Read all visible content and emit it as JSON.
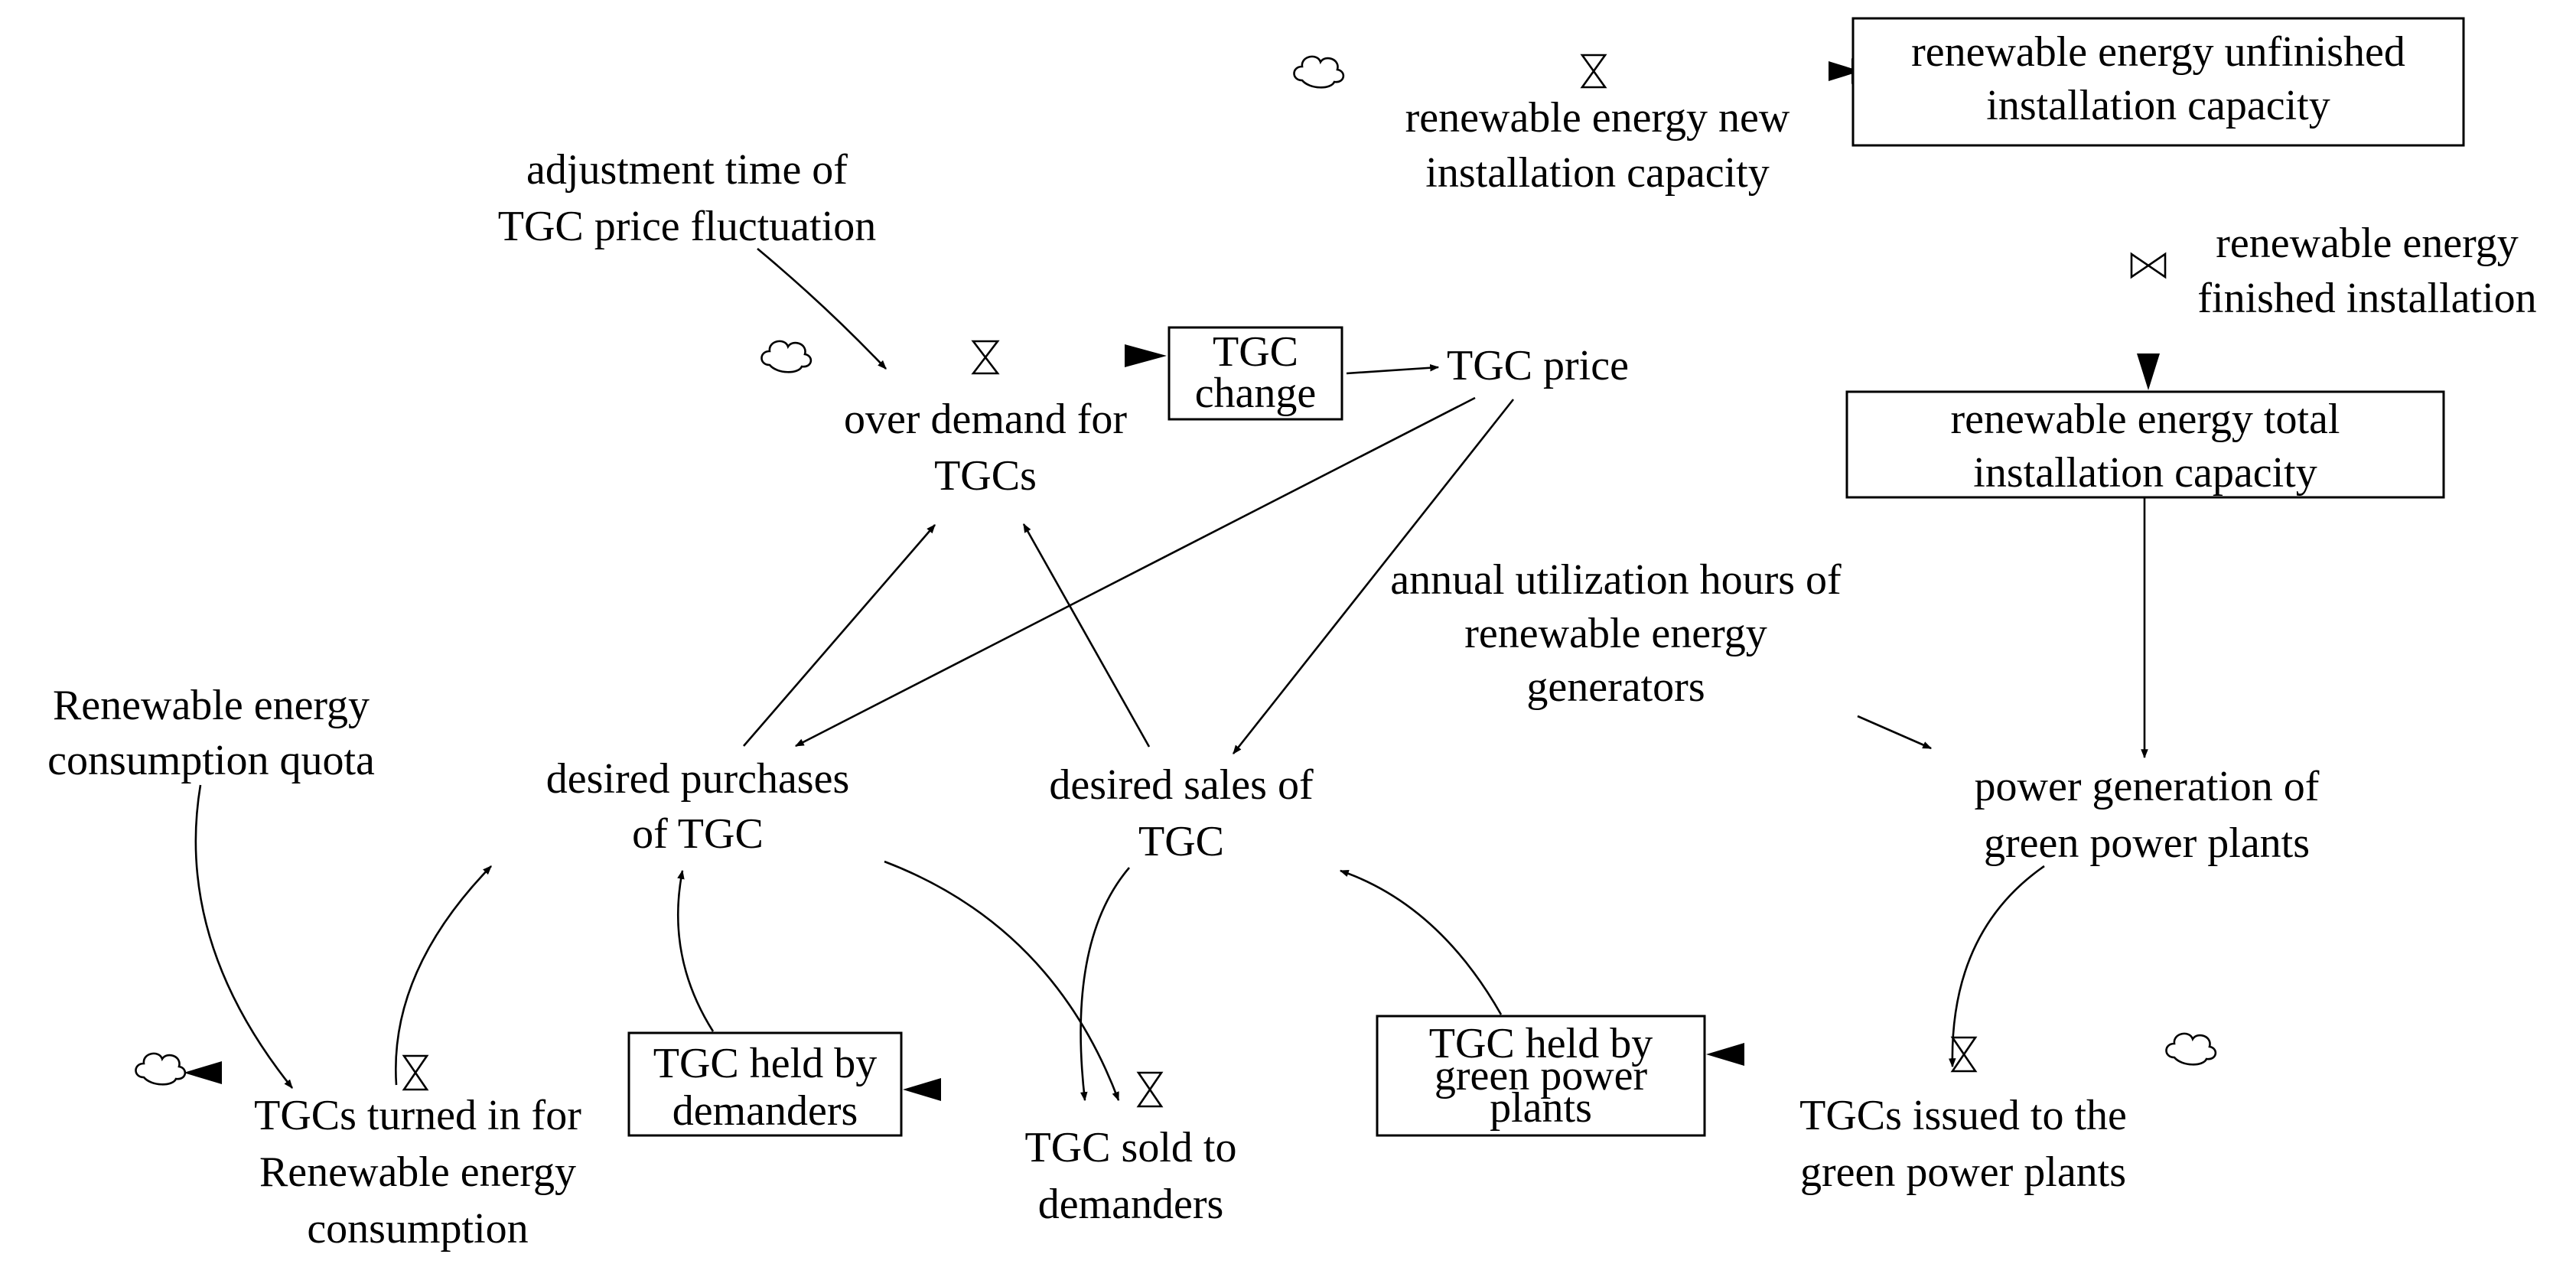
{
  "stocks": {
    "unfinished": [
      "renewable energy unfinished",
      "installation capacity"
    ],
    "total": [
      "renewable energy total",
      "installation capacity"
    ],
    "tgc_change": [
      "TGC",
      "change"
    ],
    "held_by_plants": [
      "TGC held by",
      "green power",
      "plants"
    ],
    "held_by_demanders": [
      "TGC held by",
      "demanders"
    ]
  },
  "flows": {
    "new_installation": [
      "renewable energy new",
      "installation capacity"
    ],
    "finished_installation": [
      "renewable energy",
      "finished installation"
    ],
    "over_demand": [
      "over demand for",
      "TGCs"
    ],
    "issued": [
      "TGCs issued to the",
      "green power plants"
    ],
    "sold": [
      "TGC sold to",
      "demanders"
    ],
    "turned_in": [
      "TGCs turned in for",
      "Renewable energy",
      "consumption"
    ]
  },
  "variables": {
    "adjustment_time": [
      "adjustment time of",
      "TGC price fluctuation"
    ],
    "tgc_price": [
      "TGC price"
    ],
    "annual_hours": [
      "annual utilization hours of",
      "renewable energy",
      "generators"
    ],
    "power_generation": [
      "power generation of",
      "green power plants"
    ],
    "desired_purchases": [
      "desired purchases",
      "of TGC"
    ],
    "desired_sales": [
      "desired sales of",
      "TGC"
    ],
    "quota": [
      "Renewable energy",
      "consumption quota"
    ]
  }
}
